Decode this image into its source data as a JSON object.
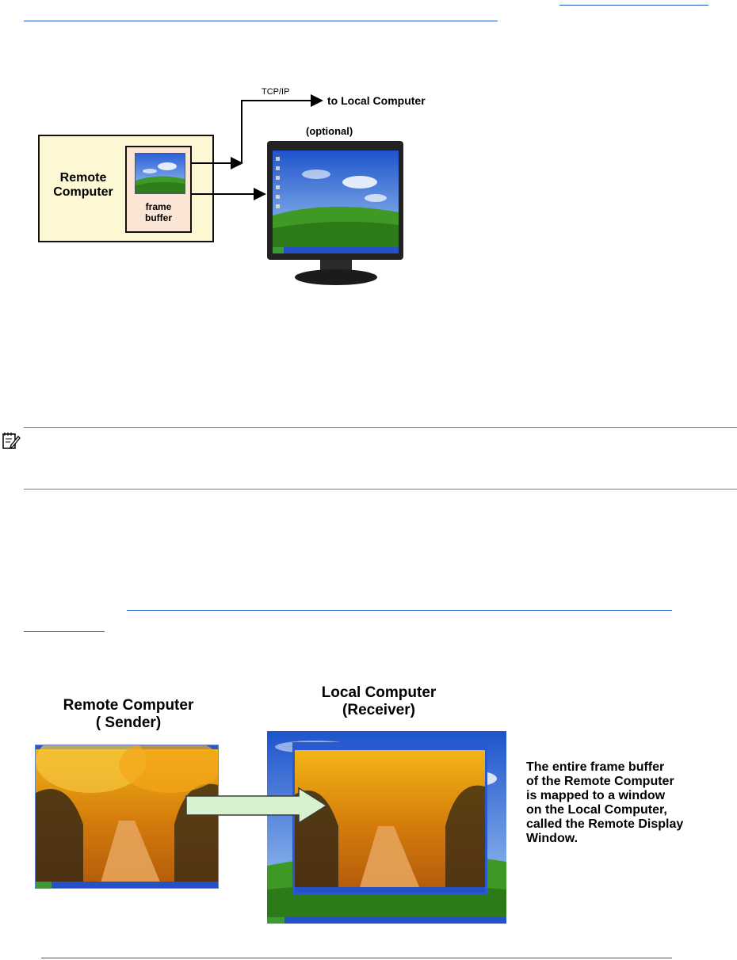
{
  "figure1": {
    "remote_computer_label": "Remote\nComputer",
    "frame_buffer_label": "frame\nbuffer",
    "tcpip_label": "TCP/IP",
    "to_local_label": "to Local Computer",
    "optional_label": "(optional)"
  },
  "figure2": {
    "remote_title": "Remote Computer\n( Sender)",
    "local_title": "Local Computer\n(Receiver)",
    "description": "The entire frame buffer\nof the Remote Computer\nis mapped to a window\non the Local Computer,\ncalled the Remote Display\nWindow."
  },
  "colors": {
    "link_blue": "#1a56c4",
    "rule_blue": "#5b7fc9",
    "remote_box_fill": "#fdf7d4",
    "frame_buffer_fill": "#fbe6d6",
    "arrow_fill": "#d8f2cf"
  },
  "icons": {
    "note": "note-pencil-icon"
  }
}
